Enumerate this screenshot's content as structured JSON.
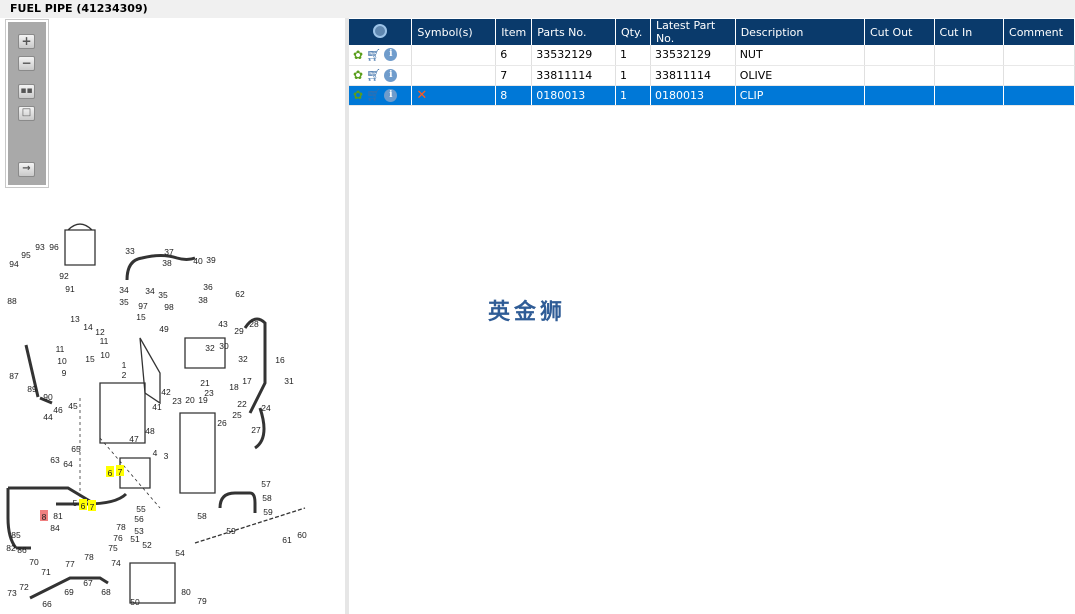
{
  "title": "FUEL PIPE (41234309)",
  "toolbar": {
    "zoom_in": "zoom-in",
    "zoom_out": "zoom-out",
    "fit": "fit-all",
    "actual": "actual-size",
    "export": "export"
  },
  "table": {
    "headers": {
      "icon": "search-parts",
      "symbols": "Symbol(s)",
      "item": "Item",
      "parts_no": "Parts No.",
      "qty": "Qty.",
      "latest": "Latest Part No.",
      "description": "Description",
      "cut_out": "Cut Out",
      "cut_in": "Cut In",
      "comment": "Comment"
    },
    "rows": [
      {
        "symbol": "",
        "item": "6",
        "parts_no": "33532129",
        "qty": "1",
        "latest": "33532129",
        "description": "NUT",
        "cut_out": "",
        "cut_in": "",
        "comment": "",
        "selected": false
      },
      {
        "symbol": "",
        "item": "7",
        "parts_no": "33811114",
        "qty": "1",
        "latest": "33811114",
        "description": "OLIVE",
        "cut_out": "",
        "cut_in": "",
        "comment": "",
        "selected": false
      },
      {
        "symbol": "✕",
        "item": "8",
        "parts_no": "0180013",
        "qty": "1",
        "latest": "0180013",
        "description": "CLIP",
        "cut_out": "",
        "cut_in": "",
        "comment": "",
        "selected": true
      }
    ]
  },
  "watermark": "英金狮",
  "colors": {
    "header": "#0a3a6b",
    "selected": "#0078d7",
    "highlight": "#ffff00",
    "highlight_current": "#f08080"
  },
  "diagram_labels": [
    "95",
    "93",
    "96",
    "94",
    "92",
    "91",
    "33",
    "37",
    "38",
    "40",
    "39",
    "34",
    "35",
    "34",
    "35",
    "36",
    "38",
    "62",
    "88",
    "97",
    "98",
    "13",
    "14",
    "15",
    "12",
    "11",
    "15",
    "11",
    "10",
    "10",
    "49",
    "43",
    "28",
    "29",
    "30",
    "32",
    "32",
    "16",
    "87",
    "9",
    "1",
    "2",
    "89",
    "90",
    "42",
    "41",
    "21",
    "17",
    "18",
    "31",
    "23",
    "20",
    "19",
    "23",
    "22",
    "24",
    "46",
    "45",
    "44",
    "25",
    "26",
    "27",
    "47",
    "48",
    "4",
    "3",
    "63",
    "64",
    "65",
    "6",
    "7",
    "57",
    "58",
    "58",
    "59",
    "59",
    "55",
    "56",
    "53",
    "5",
    "6",
    "7",
    "81",
    "84",
    "82",
    "85",
    "86",
    "8",
    "78",
    "76",
    "75",
    "74",
    "77",
    "78",
    "51",
    "52",
    "54",
    "60",
    "61",
    "70",
    "71",
    "72",
    "73",
    "66",
    "69",
    "67",
    "68",
    "50",
    "80",
    "79"
  ],
  "highlighted_items": [
    "6",
    "7"
  ],
  "current_item": "8"
}
